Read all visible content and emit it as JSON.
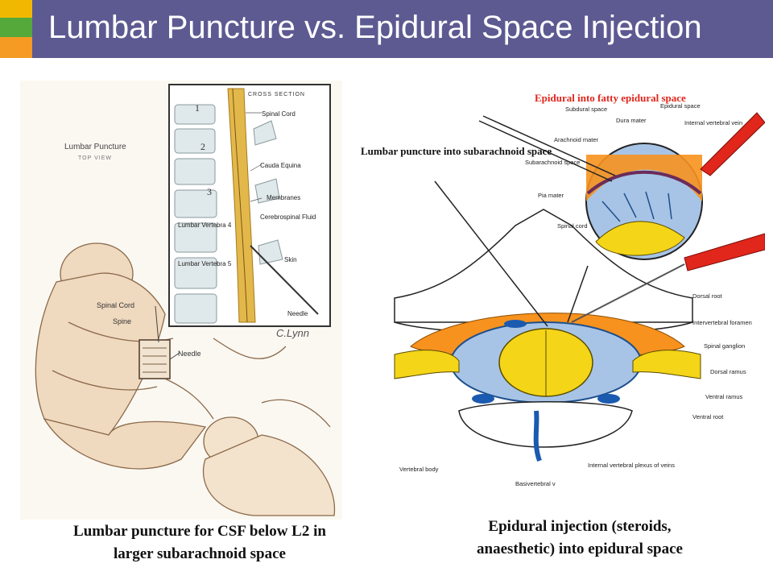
{
  "slide": {
    "title": "Lumbar Puncture vs. Epidural Space Injection",
    "accent_colors": [
      "#f0b800",
      "#55a83a",
      "#f59a23"
    ],
    "header_color": "#5d5a92"
  },
  "left_figure": {
    "top_view_title": "Lumbar Puncture",
    "top_view_subtitle": "TOP VIEW",
    "cross_section_title": "CROSS SECTION",
    "numbers": [
      "1",
      "2",
      "3"
    ],
    "labels": {
      "spinal_cord": "Spinal Cord",
      "cauda_equina": "Cauda Equina",
      "membranes": "Membranes",
      "csf": "Cerebrospinal Fluid",
      "skin": "Skin",
      "needle": "Needle",
      "lumbar_vertebra_4": "Lumbar Vertebra 4",
      "lumbar_vertebra_5": "Lumbar Vertebra 5",
      "body_spinal_cord": "Spinal Cord",
      "body_spine": "Spine",
      "body_needle": "Needle"
    },
    "signature": "C.Lynn"
  },
  "right_figure": {
    "epidural_title": "Epidural into fatty epidural space",
    "lp_title": "Lumbar puncture into subarachnoid space",
    "labels": {
      "subdural_space": "Subdural space",
      "dura_mater": "Dura mater",
      "epidural_space": "Epidural space",
      "internal_vertebral_vein": "Internal vertebral vein",
      "arachnoid_mater": "Arachnoid mater",
      "subarachnoid_space": "Subarachnoid space",
      "pia_mater": "Pia mater",
      "spinal_cord": "Spinal cord",
      "dorsal_root": "Dorsal root",
      "intervertebral_foramen": "Intervertebral foramen",
      "spinal_ganglion": "Spinal ganglion",
      "dorsal_ramus": "Dorsal ramus",
      "ventral_ramus": "Ventral ramus",
      "ventral_root": "Ventral root",
      "vertebral_body": "Vertebral body",
      "internal_vertebral_plexus": "Internal vertebral plexus of veins",
      "basivertebral_v": "Basivertebral v"
    }
  },
  "captions": {
    "left_line1": "Lumbar puncture for CSF below L2 in",
    "left_line2": "larger subarachnoid space",
    "right_line1": "Epidural injection (steroids,",
    "right_line2": "anaesthetic) into epidural space"
  }
}
